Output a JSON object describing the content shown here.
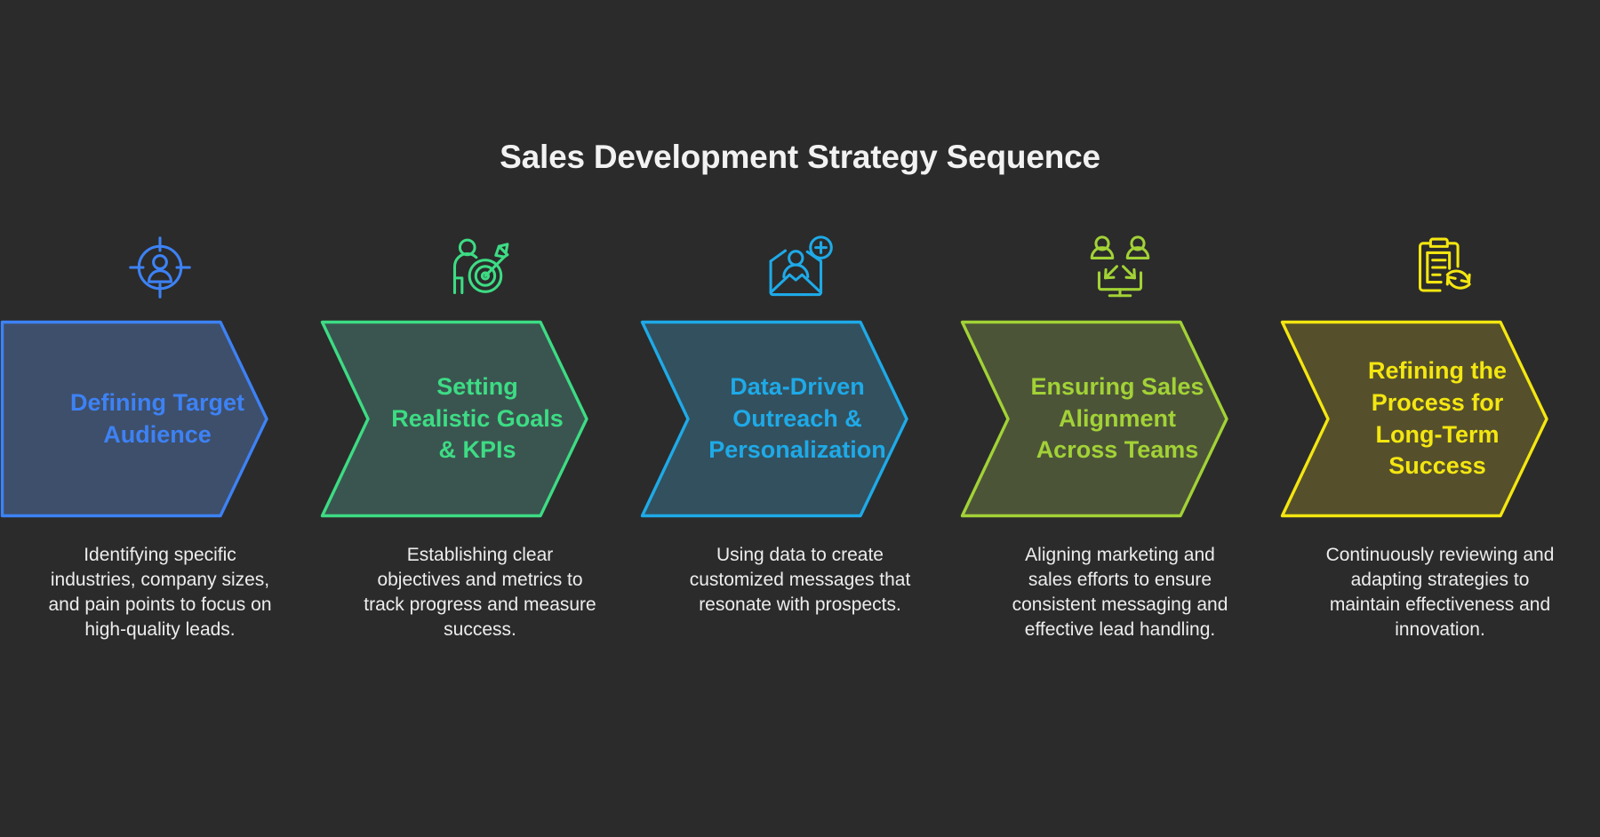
{
  "background_color": "#2b2b2b",
  "header": {
    "title": "Sales Development Strategy Sequence",
    "title_color": "#f2f2f2"
  },
  "steps": [
    {
      "id": "defining-target-audience",
      "icon_name": "target-audience-icon",
      "label": "Defining Target\nAudience",
      "description": "Identifying specific industries, company sizes, and pain points to focus on high-quality leads.",
      "accent_color": "#3d82f5",
      "fill_color": "#3e4f6b",
      "text_color": "#3d82f5",
      "shape": "flat-left-pointed-right"
    },
    {
      "id": "setting-realistic-goals-kpis",
      "icon_name": "goal-target-person-icon",
      "label": "Setting\nRealistic Goals\n& KPIs",
      "description": "Establishing clear objectives and metrics to track progress and measure success.",
      "accent_color": "#3ddc84",
      "fill_color": "#3a5550",
      "text_color": "#3ddc84",
      "shape": "notched-left-pointed-right"
    },
    {
      "id": "data-driven-outreach-personalization",
      "icon_name": "envelope-person-add-icon",
      "label": "Data-Driven\nOutreach &\nPersonalization",
      "description": "Using data to create customized messages that resonate with prospects.",
      "accent_color": "#1eaae8",
      "fill_color": "#33505e",
      "text_color": "#1eaae8",
      "shape": "notched-left-pointed-right"
    },
    {
      "id": "ensuring-sales-alignment-across-teams",
      "icon_name": "team-alignment-monitor-icon",
      "label": "Ensuring Sales\nAlignment\nAcross Teams",
      "description": "Aligning marketing and sales efforts to ensure consistent messaging and effective lead handling.",
      "accent_color": "#a2d236",
      "fill_color": "#4c5438",
      "text_color": "#a2d236",
      "shape": "notched-left-pointed-right"
    },
    {
      "id": "refining-the-process-for-long-term-success",
      "icon_name": "clipboard-refresh-icon",
      "label": "Refining the\nProcess for\nLong-Term\nSuccess",
      "description": "Continuously reviewing and adapting strategies to maintain effectiveness and innovation.",
      "accent_color": "#f4e611",
      "fill_color": "#55502b",
      "text_color": "#f4e611",
      "shape": "notched-left-pointed-right"
    }
  ]
}
